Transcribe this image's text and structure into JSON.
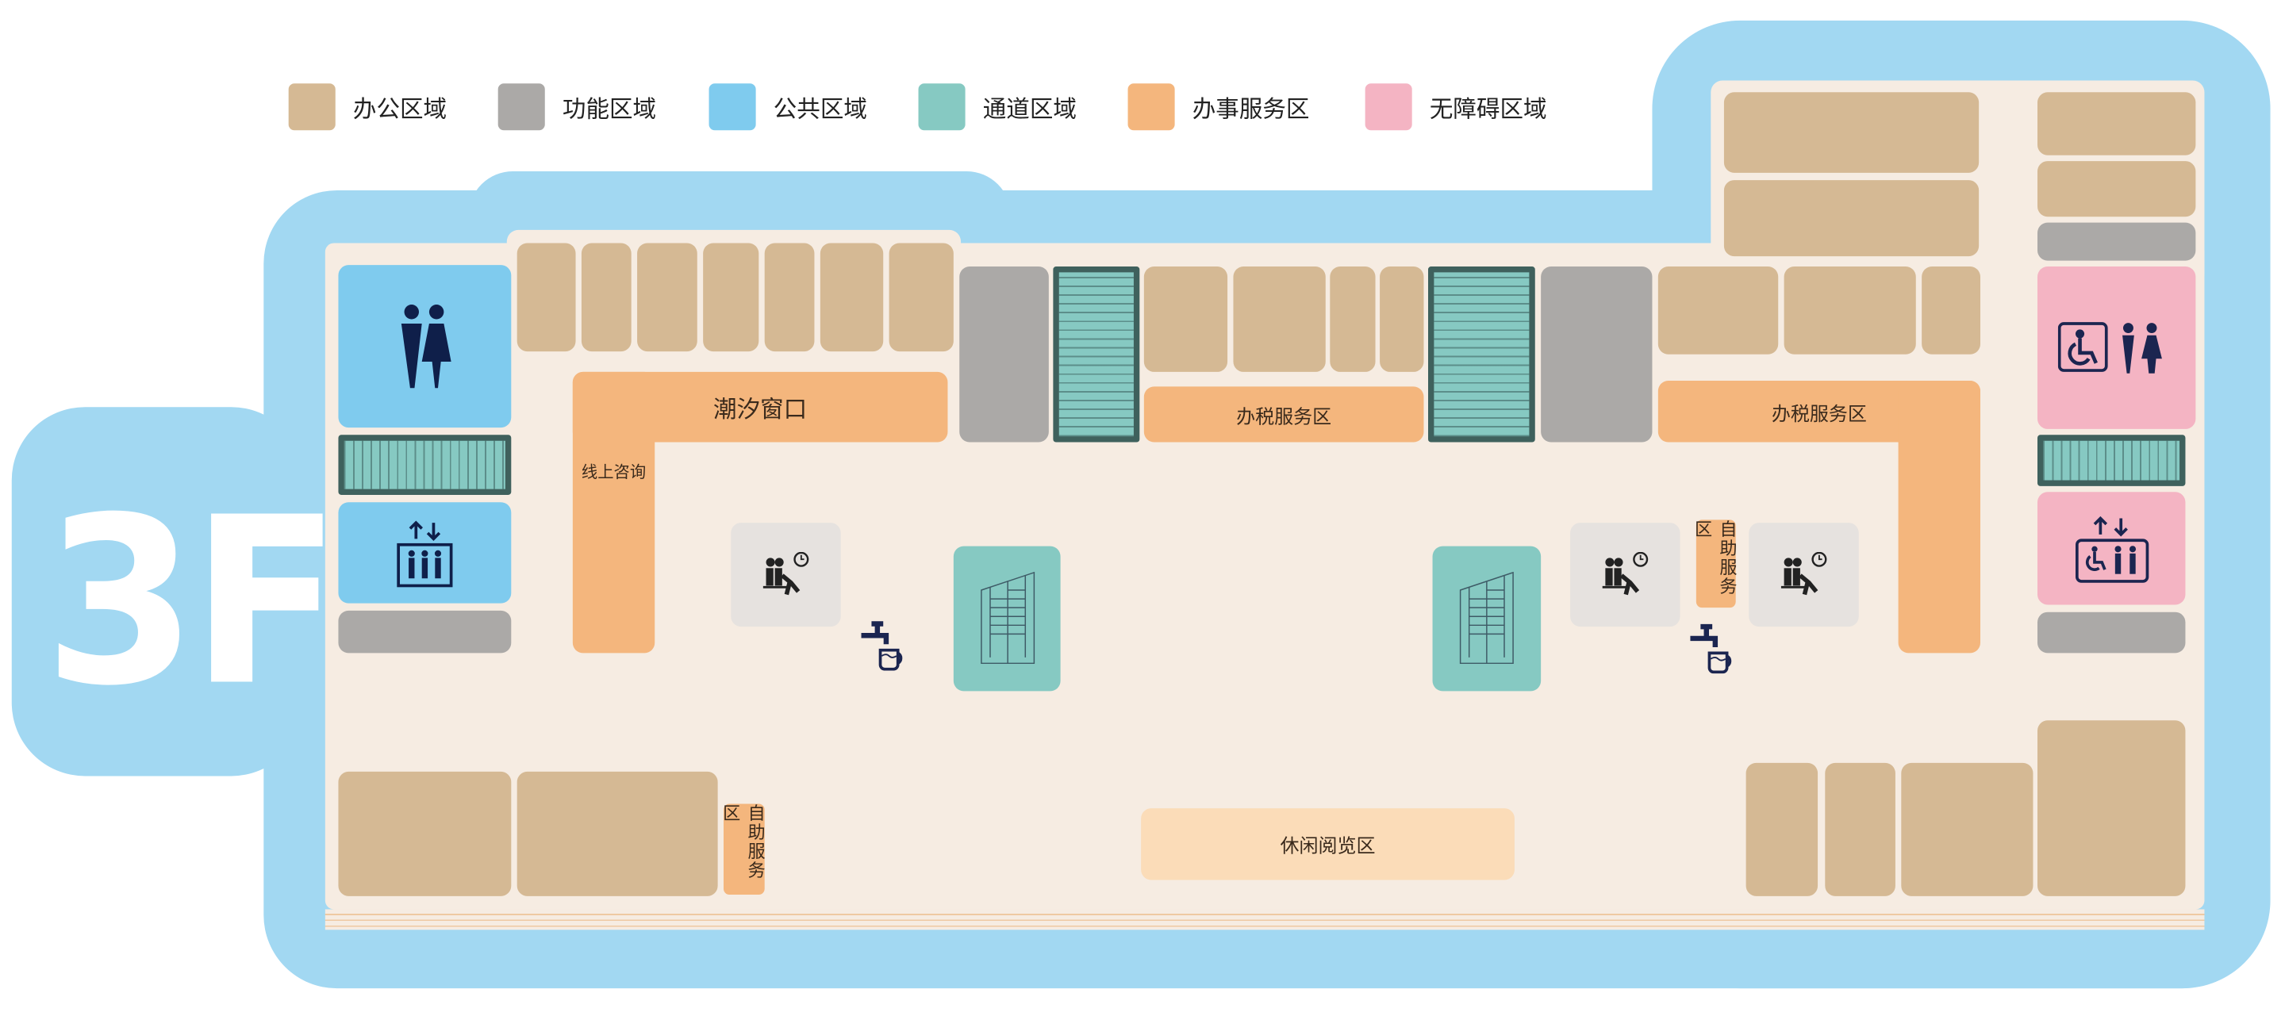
{
  "floor_label": "3F",
  "legend": [
    {
      "label": "办公区域",
      "color": "#d5b994"
    },
    {
      "label": "功能区域",
      "color": "#aba9a7"
    },
    {
      "label": "公共区域",
      "color": "#7fcbee"
    },
    {
      "label": "通道区域",
      "color": "#86c9c2"
    },
    {
      "label": "办事服务区",
      "color": "#f4b67d"
    },
    {
      "label": "无障碍区域",
      "color": "#f4b4c3"
    }
  ],
  "areas": {
    "tidal_window": "潮汐窗口",
    "online_consult": "线上咨询",
    "tax_service_1": "办税服务区",
    "tax_service_2": "办税服务区",
    "self_service_1": "自助服务区",
    "self_service_2": "自助服务区",
    "reading_area": "休闲阅览区"
  },
  "icons": [
    "restroom-icon",
    "elevator-icon",
    "accessible-restroom-icon",
    "accessible-elevator-icon",
    "waiting-area-icon",
    "water-dispenser-icon",
    "stairs-icon",
    "escalator-icon"
  ]
}
